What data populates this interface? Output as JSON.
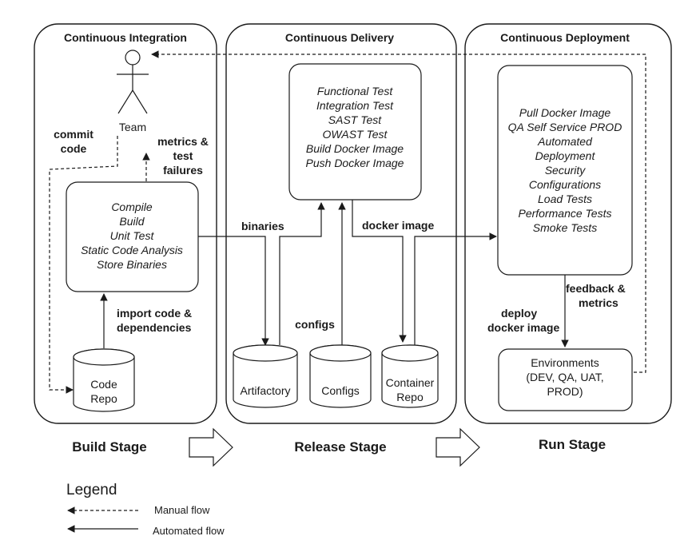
{
  "panels": {
    "ci_title": "Continuous Integration",
    "cd_title": "Continuous Delivery",
    "cdep_title": "Continuous Deployment"
  },
  "team_label": "Team",
  "build_box": [
    "Compile",
    "Build",
    "Unit Test",
    "Static Code Analysis",
    "Store Binaries"
  ],
  "delivery_box": [
    "Functional Test",
    "Integration  Test",
    "SAST Test",
    "OWAST Test",
    "Build Docker Image",
    "Push Docker Image"
  ],
  "deploy_box": [
    "Pull Docker Image",
    "QA Self Service PROD",
    "Automated",
    "Deployment",
    "Security",
    "Configurations",
    "Load Tests",
    "Performance Tests",
    "Smoke Tests"
  ],
  "environments": [
    "Environments",
    "(DEV, QA, UAT,",
    "PROD)"
  ],
  "repos": {
    "code_repo": [
      "Code",
      "Repo"
    ],
    "artifactory": "Artifactory",
    "configs": "Configs",
    "container_repo": [
      "Container",
      "Repo"
    ]
  },
  "flow_labels": {
    "commit_code": [
      "commit",
      "code"
    ],
    "metrics_failures": [
      "metrics &",
      "test",
      "failures"
    ],
    "import_code": [
      "import code &",
      "dependencies"
    ],
    "binaries": "binaries",
    "configs": "configs",
    "docker_image": "docker image",
    "feedback": [
      "feedback &",
      "metrics"
    ],
    "deploy_docker": [
      "deploy",
      "docker image"
    ]
  },
  "stages": {
    "build": "Build Stage",
    "release": "Release Stage",
    "run": "Run Stage"
  },
  "legend": {
    "title": "Legend",
    "manual": "Manual flow",
    "automated": "Automated flow"
  }
}
